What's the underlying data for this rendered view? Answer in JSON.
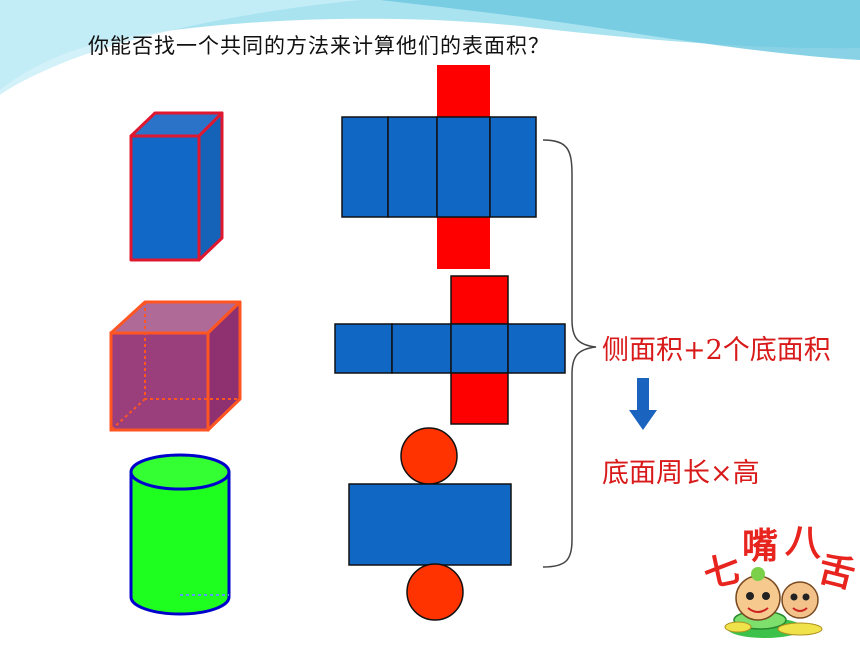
{
  "title": "你能否找一个共同的方法来计算他们的表面积？",
  "formula_line": "侧面积+2个底面积",
  "formula_result": "底面周长×高",
  "logo_text": "七嘴八舌",
  "colors": {
    "face_blue": "#1167c4",
    "net_red": "#ff0000",
    "cube_purple": "#9c3d7e",
    "cylinder_green": "#1fff1f",
    "circle_red": "#ff3300",
    "header_teal": "#7fd4e8",
    "formula_red": "#d91a1a"
  },
  "icons": [
    "down-arrow-icon",
    "brace-icon"
  ]
}
